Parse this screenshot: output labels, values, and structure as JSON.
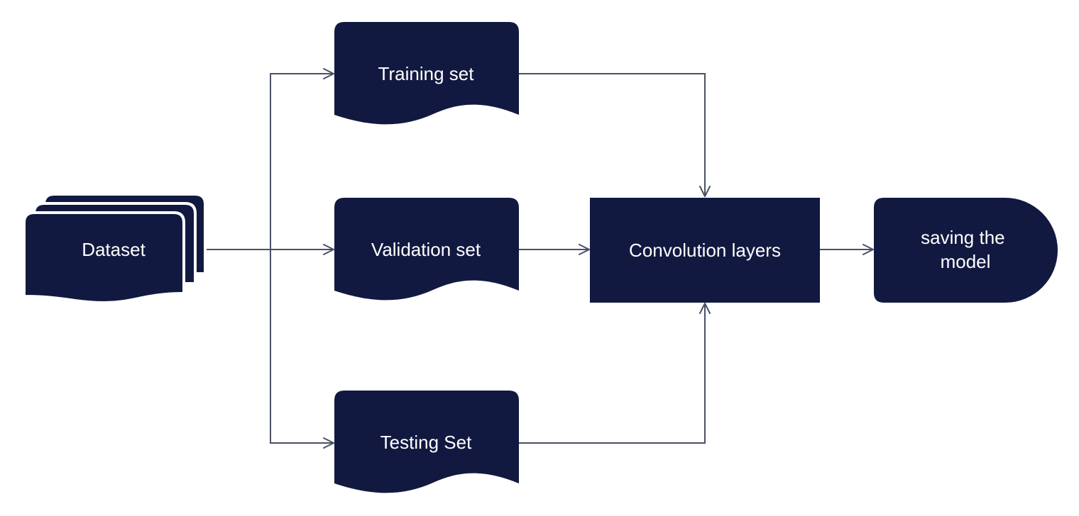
{
  "colors": {
    "node_fill": "#121940",
    "node_text": "#ffffff",
    "connector": "#4a5166",
    "background": "#ffffff"
  },
  "nodes": {
    "dataset": {
      "label": "Dataset",
      "shape": "multi-document"
    },
    "training": {
      "label": "Training set",
      "shape": "document"
    },
    "validation": {
      "label": "Validation set",
      "shape": "document"
    },
    "testing": {
      "label": "Testing Set",
      "shape": "document"
    },
    "convolution": {
      "label": "Convolution layers",
      "shape": "process"
    },
    "saving": {
      "label_lines": [
        "saving the",
        "model"
      ],
      "shape": "delay"
    }
  },
  "edges": [
    {
      "from": "dataset",
      "to": "training"
    },
    {
      "from": "dataset",
      "to": "validation"
    },
    {
      "from": "dataset",
      "to": "testing"
    },
    {
      "from": "training",
      "to": "convolution"
    },
    {
      "from": "validation",
      "to": "convolution"
    },
    {
      "from": "testing",
      "to": "convolution"
    },
    {
      "from": "convolution",
      "to": "saving"
    }
  ]
}
